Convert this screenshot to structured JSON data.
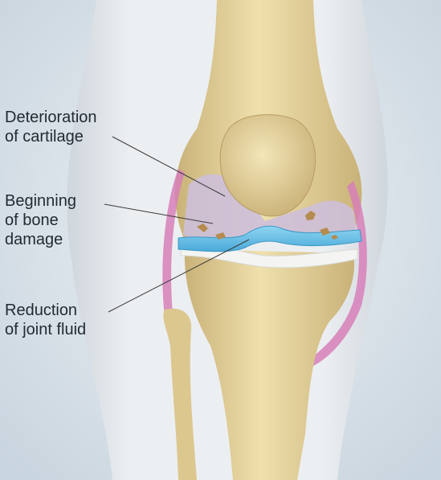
{
  "labels": {
    "cartilage": "Deterioration\nof cartilage",
    "bone": "Beginning\nof bone\ndamage",
    "fluid": "Reduction\nof joint fluid"
  },
  "colors": {
    "background": "#d8e2ea",
    "skin": "#e9ecef",
    "bone": "#e6d49c",
    "bone_shade": "#c9b278",
    "cartilage": "#cdbfd9",
    "fluid": "#6ec3e8",
    "ligament": "#d77fb8",
    "leader": "#3a3a3a"
  }
}
